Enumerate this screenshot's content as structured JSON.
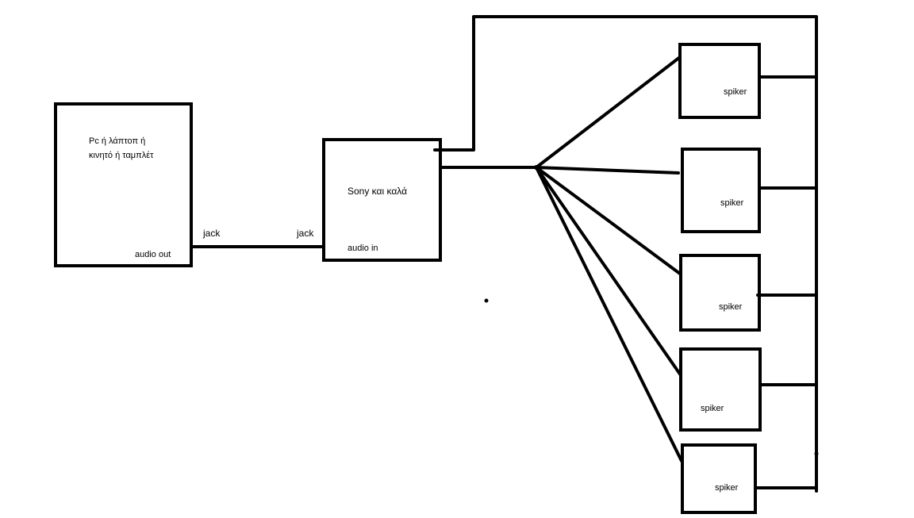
{
  "source_device": {
    "label_line1": "Pc ή λάπτοπ ή",
    "label_line2": "κινητό ή ταμπλέτ",
    "port_label": "audio out"
  },
  "receiver": {
    "label": "Sony και καλά",
    "port_label": "audio in"
  },
  "cable": {
    "left_label": "jack",
    "right_label": "jack"
  },
  "speakers": [
    {
      "label": "spiker"
    },
    {
      "label": "spiker"
    },
    {
      "label": "spiker"
    },
    {
      "label": "spiker"
    },
    {
      "label": "spiker"
    }
  ],
  "colors": {
    "stroke": "#000000",
    "background": "#ffffff"
  }
}
